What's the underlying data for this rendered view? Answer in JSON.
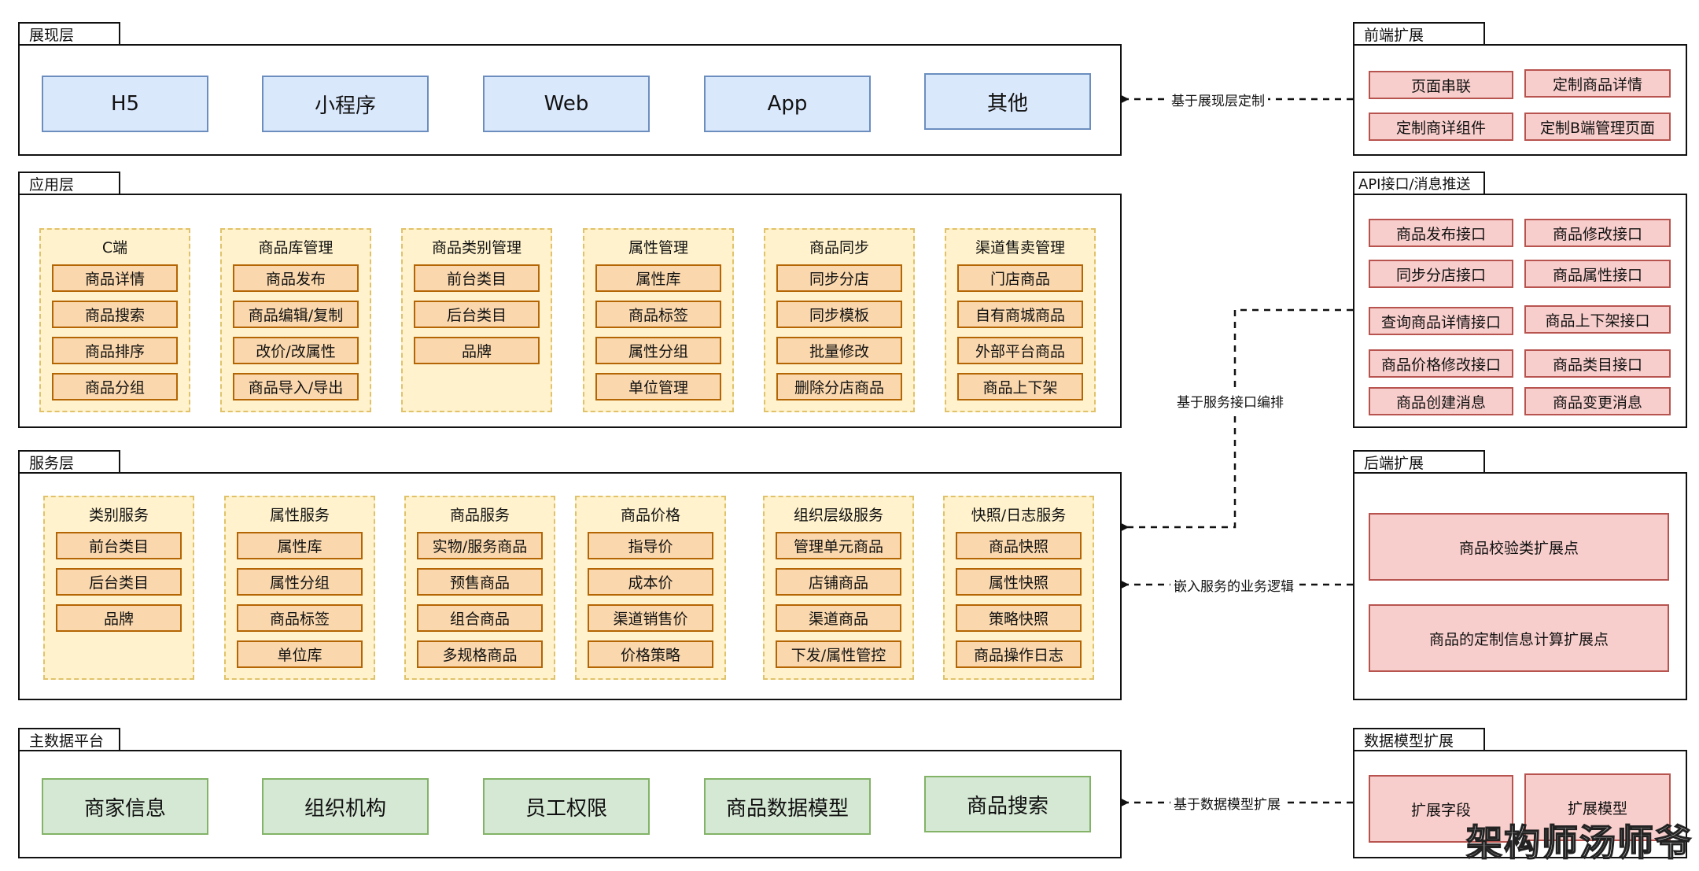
{
  "layers": {
    "presentation": {
      "title": "展现层",
      "items": [
        "H5",
        "小程序",
        "Web",
        "App",
        "其他"
      ]
    },
    "application": {
      "title": "应用层",
      "groups": [
        {
          "title": "C端",
          "items": [
            "商品详情",
            "商品搜索",
            "商品排序",
            "商品分组"
          ]
        },
        {
          "title": "商品库管理",
          "items": [
            "商品发布",
            "商品编辑/复制",
            "改价/改属性",
            "商品导入/导出"
          ]
        },
        {
          "title": "商品类别管理",
          "items": [
            "前台类目",
            "后台类目",
            "品牌"
          ]
        },
        {
          "title": "属性管理",
          "items": [
            "属性库",
            "商品标签",
            "属性分组",
            "单位管理"
          ]
        },
        {
          "title": "商品同步",
          "items": [
            "同步分店",
            "同步模板",
            "批量修改",
            "删除分店商品"
          ]
        },
        {
          "title": "渠道售卖管理",
          "items": [
            "门店商品",
            "自有商城商品",
            "外部平台商品",
            "商品上下架"
          ]
        }
      ]
    },
    "service": {
      "title": "服务层",
      "groups": [
        {
          "title": "类别服务",
          "items": [
            "前台类目",
            "后台类目",
            "品牌"
          ]
        },
        {
          "title": "属性服务",
          "items": [
            "属性库",
            "属性分组",
            "商品标签",
            "单位库"
          ]
        },
        {
          "title": "商品服务",
          "items": [
            "实物/服务商品",
            "预售商品",
            "组合商品",
            "多规格商品"
          ]
        },
        {
          "title": "商品价格",
          "items": [
            "指导价",
            "成本价",
            "渠道销售价",
            "价格策略"
          ]
        },
        {
          "title": "组织层级服务",
          "items": [
            "管理单元商品",
            "店铺商品",
            "渠道商品",
            "下发/属性管控"
          ]
        },
        {
          "title": "快照/日志服务",
          "items": [
            "商品快照",
            "属性快照",
            "策略快照",
            "商品操作日志"
          ]
        }
      ]
    },
    "masterdata": {
      "title": "主数据平台",
      "items": [
        "商家信息",
        "组织机构",
        "员工权限",
        "商品数据模型",
        "商品搜索"
      ]
    }
  },
  "extensions": {
    "frontend": {
      "title": "前端扩展",
      "items": [
        "页面串联",
        "定制商品详情",
        "定制商详组件",
        "定制B端管理页面"
      ]
    },
    "api": {
      "title": "API接口/消息推送",
      "items": [
        "商品发布接口",
        "商品修改接口",
        "同步分店接口",
        "商品属性接口",
        "查询商品详情接口",
        "商品上下架接口",
        "商品价格修改接口",
        "商品类目接口",
        "商品创建消息",
        "商品变更消息"
      ]
    },
    "backend": {
      "title": "后端扩展",
      "items": [
        "商品校验类扩展点",
        "商品的定制信息计算扩展点"
      ]
    },
    "datamodel": {
      "title": "数据模型扩展",
      "items": [
        "扩展字段",
        "扩展模型"
      ]
    }
  },
  "connectors": {
    "presentation": "基于展现层定制",
    "api": "基于服务接口编排",
    "backend": "嵌入服务的业务逻辑",
    "datamodel": "基于数据模型扩展"
  },
  "watermark": "架构师汤师爷",
  "colors": {
    "blue": "#dae8fc",
    "green": "#d5e8d4",
    "pink": "#f8cecc",
    "yellow": "#fff2cc",
    "orange": "#fad7ac"
  }
}
